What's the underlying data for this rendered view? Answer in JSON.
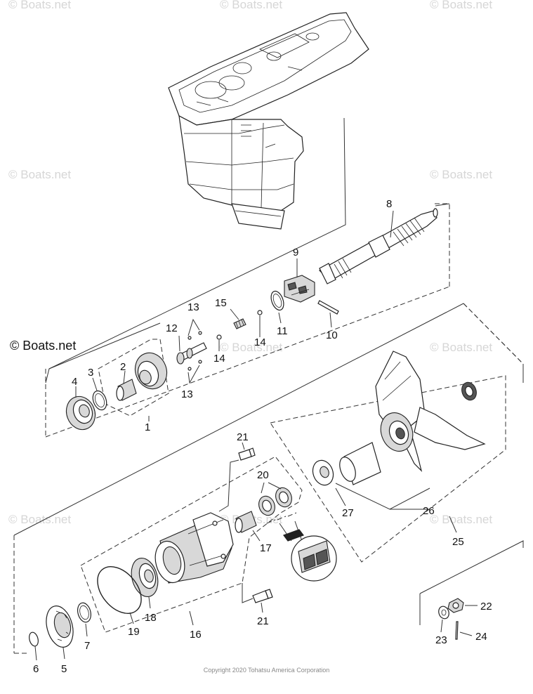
{
  "watermark": "© Boats.net",
  "watermark_prominent": "© Boats.net",
  "copyright": "Copyright 2020 Tohatsu America Corporation",
  "callouts": {
    "p1": "1",
    "p2": "2",
    "p3": "3",
    "p4": "4",
    "p5": "5",
    "p6": "6",
    "p7": "7",
    "p8": "8",
    "p9": "9",
    "p10": "10",
    "p11": "11",
    "p12": "12",
    "p13a": "13",
    "p13b": "13",
    "p14a": "14",
    "p14b": "14",
    "p15": "15",
    "p16": "16",
    "p17": "17",
    "p18": "18",
    "p19": "19",
    "p20": "20",
    "p21a": "21",
    "p21b": "21",
    "p22": "22",
    "p23": "23",
    "p24": "24",
    "p25": "25",
    "p26": "26",
    "p27": "27"
  }
}
